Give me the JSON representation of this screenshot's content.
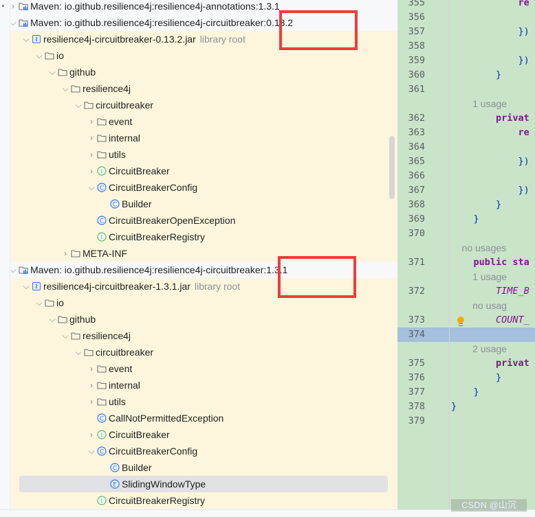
{
  "tree": {
    "rows": [
      {
        "level": 0,
        "chev": "right",
        "icon": "maven",
        "label": "Maven: io.github.resilience4j:resilience4j-annotations:1.3.1",
        "lib": false
      },
      {
        "level": 0,
        "chev": "down",
        "icon": "maven",
        "label": "Maven: io.github.resilience4j:resilience4j-circuitbreaker:0.13.2",
        "lib": false
      },
      {
        "level": 1,
        "chev": "down",
        "icon": "jar",
        "label": "resilience4j-circuitbreaker-0.13.2.jar",
        "hint": "library root",
        "lib": true
      },
      {
        "level": 2,
        "chev": "down",
        "icon": "folder",
        "label": "io",
        "lib": true
      },
      {
        "level": 3,
        "chev": "down",
        "icon": "folder",
        "label": "github",
        "lib": true
      },
      {
        "level": 4,
        "chev": "down",
        "icon": "folder",
        "label": "resilience4j",
        "lib": true
      },
      {
        "level": 5,
        "chev": "down",
        "icon": "folder",
        "label": "circuitbreaker",
        "lib": true
      },
      {
        "level": 6,
        "chev": "right",
        "icon": "folder",
        "label": "event",
        "lib": true
      },
      {
        "level": 6,
        "chev": "right",
        "icon": "folder",
        "label": "internal",
        "lib": true
      },
      {
        "level": 6,
        "chev": "right",
        "icon": "folder",
        "label": "utils",
        "lib": true
      },
      {
        "level": 6,
        "chev": "right",
        "icon": "interface",
        "label": "CircuitBreaker",
        "lib": true
      },
      {
        "level": 6,
        "chev": "down",
        "icon": "class",
        "label": "CircuitBreakerConfig",
        "lib": true
      },
      {
        "level": 7,
        "chev": "",
        "icon": "class",
        "label": "Builder",
        "lib": true
      },
      {
        "level": 6,
        "chev": "",
        "icon": "class",
        "label": "CircuitBreakerOpenException",
        "lib": true
      },
      {
        "level": 6,
        "chev": "",
        "icon": "interface",
        "label": "CircuitBreakerRegistry",
        "lib": true
      },
      {
        "level": 4,
        "chev": "right",
        "icon": "folder",
        "label": "META-INF",
        "lib": true
      },
      {
        "level": 0,
        "chev": "down",
        "icon": "maven",
        "label": "Maven: io.github.resilience4j:resilience4j-circuitbreaker:1.3.1",
        "lib": false
      },
      {
        "level": 1,
        "chev": "down",
        "icon": "jar",
        "label": "resilience4j-circuitbreaker-1.3.1.jar",
        "hint": "library root",
        "lib": true
      },
      {
        "level": 2,
        "chev": "down",
        "icon": "folder",
        "label": "io",
        "lib": true
      },
      {
        "level": 3,
        "chev": "down",
        "icon": "folder",
        "label": "github",
        "lib": true
      },
      {
        "level": 4,
        "chev": "down",
        "icon": "folder",
        "label": "resilience4j",
        "lib": true
      },
      {
        "level": 5,
        "chev": "down",
        "icon": "folder",
        "label": "circuitbreaker",
        "lib": true
      },
      {
        "level": 6,
        "chev": "right",
        "icon": "folder",
        "label": "event",
        "lib": true
      },
      {
        "level": 6,
        "chev": "right",
        "icon": "folder",
        "label": "internal",
        "lib": true
      },
      {
        "level": 6,
        "chev": "right",
        "icon": "folder",
        "label": "utils",
        "lib": true
      },
      {
        "level": 6,
        "chev": "",
        "icon": "class",
        "label": "CallNotPermittedException",
        "lib": true
      },
      {
        "level": 6,
        "chev": "right",
        "icon": "interface",
        "label": "CircuitBreaker",
        "lib": true
      },
      {
        "level": 6,
        "chev": "down",
        "icon": "class",
        "label": "CircuitBreakerConfig",
        "lib": true
      },
      {
        "level": 7,
        "chev": "",
        "icon": "class",
        "label": "Builder",
        "lib": true
      },
      {
        "level": 7,
        "chev": "",
        "icon": "enum",
        "label": "SlidingWindowType",
        "lib": true,
        "selected": true
      },
      {
        "level": 6,
        "chev": "",
        "icon": "interface",
        "label": "CircuitBreakerRegistry",
        "lib": true
      }
    ]
  },
  "editor": {
    "lines": [
      {
        "n": "355",
        "parts": [
          [
            "            ",
            ""
          ],
          [
            "re",
            "kw"
          ]
        ]
      },
      {
        "n": "356",
        "parts": []
      },
      {
        "n": "357",
        "parts": [
          [
            "            })",
            ""
          ]
        ]
      },
      {
        "n": "358",
        "parts": []
      },
      {
        "n": "359",
        "parts": [
          [
            "            })",
            ""
          ]
        ]
      },
      {
        "n": "360",
        "parts": [
          [
            "        }",
            ""
          ]
        ]
      },
      {
        "n": "361",
        "parts": []
      },
      {
        "n": "",
        "hint": "        1 usage"
      },
      {
        "n": "362",
        "parts": [
          [
            "        ",
            ""
          ],
          [
            "privat",
            "kw"
          ]
        ]
      },
      {
        "n": "363",
        "parts": [
          [
            "            ",
            ""
          ],
          [
            "re",
            "kw"
          ]
        ]
      },
      {
        "n": "364",
        "parts": []
      },
      {
        "n": "365",
        "parts": [
          [
            "            })",
            ""
          ]
        ]
      },
      {
        "n": "366",
        "parts": []
      },
      {
        "n": "367",
        "parts": [
          [
            "            })",
            ""
          ]
        ]
      },
      {
        "n": "368",
        "parts": [
          [
            "        }",
            ""
          ]
        ]
      },
      {
        "n": "369",
        "parts": [
          [
            "    }",
            ""
          ]
        ]
      },
      {
        "n": "370",
        "parts": []
      },
      {
        "n": "",
        "hint": "    no usages"
      },
      {
        "n": "371",
        "parts": [
          [
            "    ",
            ""
          ],
          [
            "public sta",
            "kw"
          ]
        ]
      },
      {
        "n": "",
        "hint": "        1 usage"
      },
      {
        "n": "372",
        "parts": [
          [
            "        ",
            ""
          ],
          [
            "TIME_B",
            "en"
          ]
        ]
      },
      {
        "n": "",
        "hint": "        no usag"
      },
      {
        "n": "373",
        "parts": [
          [
            "        ",
            ""
          ],
          [
            "COUNT_",
            "en"
          ]
        ],
        "bulb": true
      },
      {
        "n": "374",
        "parts": [],
        "current": true
      },
      {
        "n": "",
        "hint": "        2 usage"
      },
      {
        "n": "375",
        "parts": [
          [
            "        ",
            ""
          ],
          [
            "privat",
            "kw"
          ]
        ]
      },
      {
        "n": "376",
        "parts": [
          [
            "        }",
            ""
          ]
        ]
      },
      {
        "n": "377",
        "parts": [
          [
            "    }",
            ""
          ]
        ]
      },
      {
        "n": "378",
        "parts": [
          [
            "}",
            ""
          ]
        ]
      },
      {
        "n": "379",
        "parts": []
      }
    ]
  },
  "watermark": "CSDN @山沉",
  "colors": {
    "library_bg": "#fdf6dc",
    "editor_bg": "#c9e4c9",
    "highlight": "#f23a3a",
    "current_line": "#a4c0dc"
  }
}
